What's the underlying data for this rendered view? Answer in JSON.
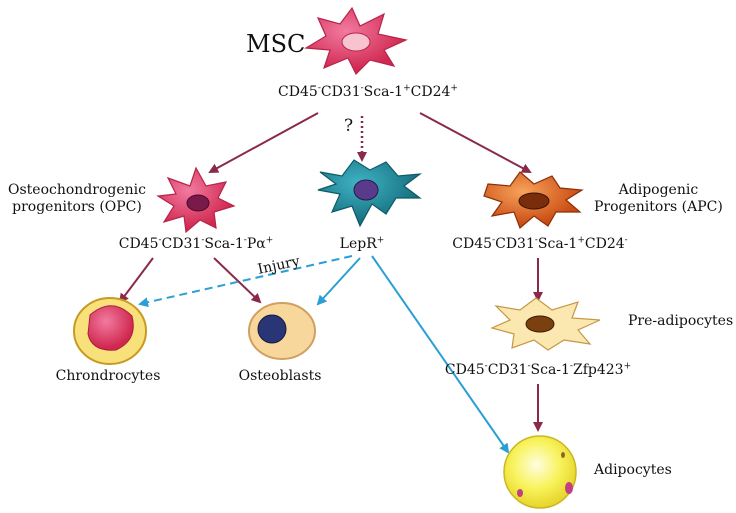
{
  "title": "MSC",
  "question_mark": "?",
  "msc_marker": {
    "p1": "CD45",
    "s1": "-",
    "p2": "CD31",
    "s2": "-",
    "p3": "Sca-1",
    "s3": "+",
    "p4": "CD24",
    "s4": "+"
  },
  "opc": {
    "name_line1": "Osteochondrogenic",
    "name_line2": "progenitors (OPC)",
    "marker": {
      "p1": "CD45",
      "s1": "-",
      "p2": "CD31",
      "s2": "-",
      "p3": "Sca-1",
      "s3": "-",
      "p4": "Pα",
      "s4": "+"
    }
  },
  "lepr": {
    "p1": "LepR",
    "s1": "+"
  },
  "apc": {
    "name_line1": "Adipogenic",
    "name_line2": "Progenitors (APC)",
    "marker": {
      "p1": "CD45",
      "s1": "-",
      "p2": "CD31",
      "s2": "-",
      "p3": "Sca-1",
      "s3": "+",
      "p4": "CD24",
      "s4": "-"
    }
  },
  "injury": "Injury",
  "chondrocytes": "Chrondrocytes",
  "osteoblasts": "Osteoblasts",
  "preadipocytes": {
    "name": "Pre-adipocytes",
    "marker": {
      "p1": "CD45",
      "s1": "-",
      "p2": "CD31",
      "s2": "-",
      "p3": "Sca-1",
      "s3": "-",
      "p4": "Zfp423",
      "s4": "+"
    }
  },
  "adipocytes": "Adipocytes",
  "colors": {
    "maroon_arrow": "#8b2a48",
    "blue_arrow": "#2a9fd6",
    "msc_cell": "#e8507a",
    "lepr_cell": "#1e8a9c",
    "apc_cell": "#d9531e",
    "adipocyte": "#f5ef4e"
  }
}
